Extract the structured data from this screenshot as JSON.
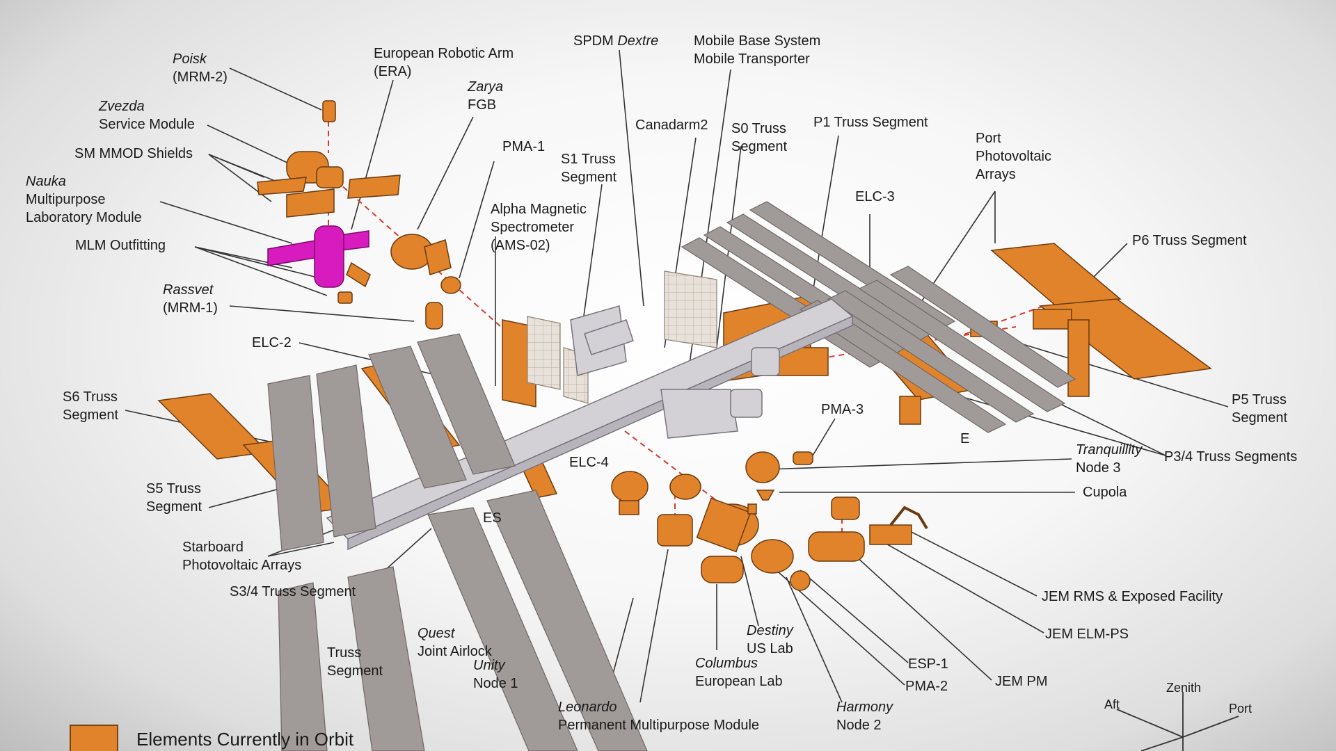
{
  "labels": {
    "poisk": [
      "Poisk",
      "(MRM-2)"
    ],
    "era": [
      "European Robotic Arm",
      "(ERA)"
    ],
    "zarya": [
      "Zarya",
      "FGB"
    ],
    "dextre": [
      "SPDM",
      "Dextre"
    ],
    "mbs": [
      "Mobile Base System",
      "Mobile Transporter"
    ],
    "zvezda": [
      "Zvezda",
      "Service Module"
    ],
    "mmod": "SM MMOD Shields",
    "nauka": [
      "Nauka",
      "Multipurpose",
      "Laboratory Module"
    ],
    "mlm_outfitting": "MLM Outfitting",
    "rassvet": [
      "Rassvet",
      "(MRM-1)"
    ],
    "pma1": "PMA-1",
    "ams": [
      "Alpha Magnetic",
      "Spectrometer",
      "(AMS-02)"
    ],
    "s1": [
      "S1 Truss",
      "Segment"
    ],
    "canadarm2": "Canadarm2",
    "s0": [
      "S0 Truss",
      "Segment"
    ],
    "p1": "P1 Truss Segment",
    "port_pv": [
      "Port",
      "Photovoltaic",
      "Arrays"
    ],
    "elc3": "ELC-3",
    "p6": "P6 Truss Segment",
    "elc2": "ELC-2",
    "s6": [
      "S6 Truss",
      "Segment"
    ],
    "p5": [
      "P5 Truss",
      "Segment"
    ],
    "p34": "P3/4 Truss Segments",
    "pma3": "PMA-3",
    "tranquility": [
      "Tranquillity",
      "Node 3"
    ],
    "cupola": "Cupola",
    "elc4": "ELC-4",
    "elc_hidden": "E",
    "s5": [
      "S5 Truss",
      "Segment"
    ],
    "esp_hidden": "ES",
    "starboard_pv": [
      "Starboard",
      "Photovoltaic Arrays"
    ],
    "s34": "S3/4 Truss Segment",
    "jem_rms": "JEM RMS & Exposed Facility",
    "jem_elm": "JEM ELM-PS",
    "destiny": [
      "Destiny",
      "US Lab"
    ],
    "esp1": "ESP-1",
    "columbus": [
      "Columbus",
      "European Lab"
    ],
    "pma2": "PMA-2",
    "jem_pm": "JEM PM",
    "harmony": [
      "Harmony",
      "Node 2"
    ],
    "leonardo": [
      "Leonardo",
      "Permanent Multipurpose Module"
    ],
    "s2_hidden": [
      "Truss",
      "Segment"
    ],
    "quest": [
      "Quest",
      "Joint Airlock"
    ],
    "unity": [
      "Unity",
      "Node 1"
    ]
  },
  "compass": {
    "zenith": "Zenith",
    "aft": "Aft",
    "port": "Port"
  },
  "legend": {
    "text": "Elements Currently in Orbit"
  },
  "colors": {
    "in_orbit": "#e0832a",
    "russian_planned": "#d81bbf",
    "solar_panel": "#a09a98"
  }
}
